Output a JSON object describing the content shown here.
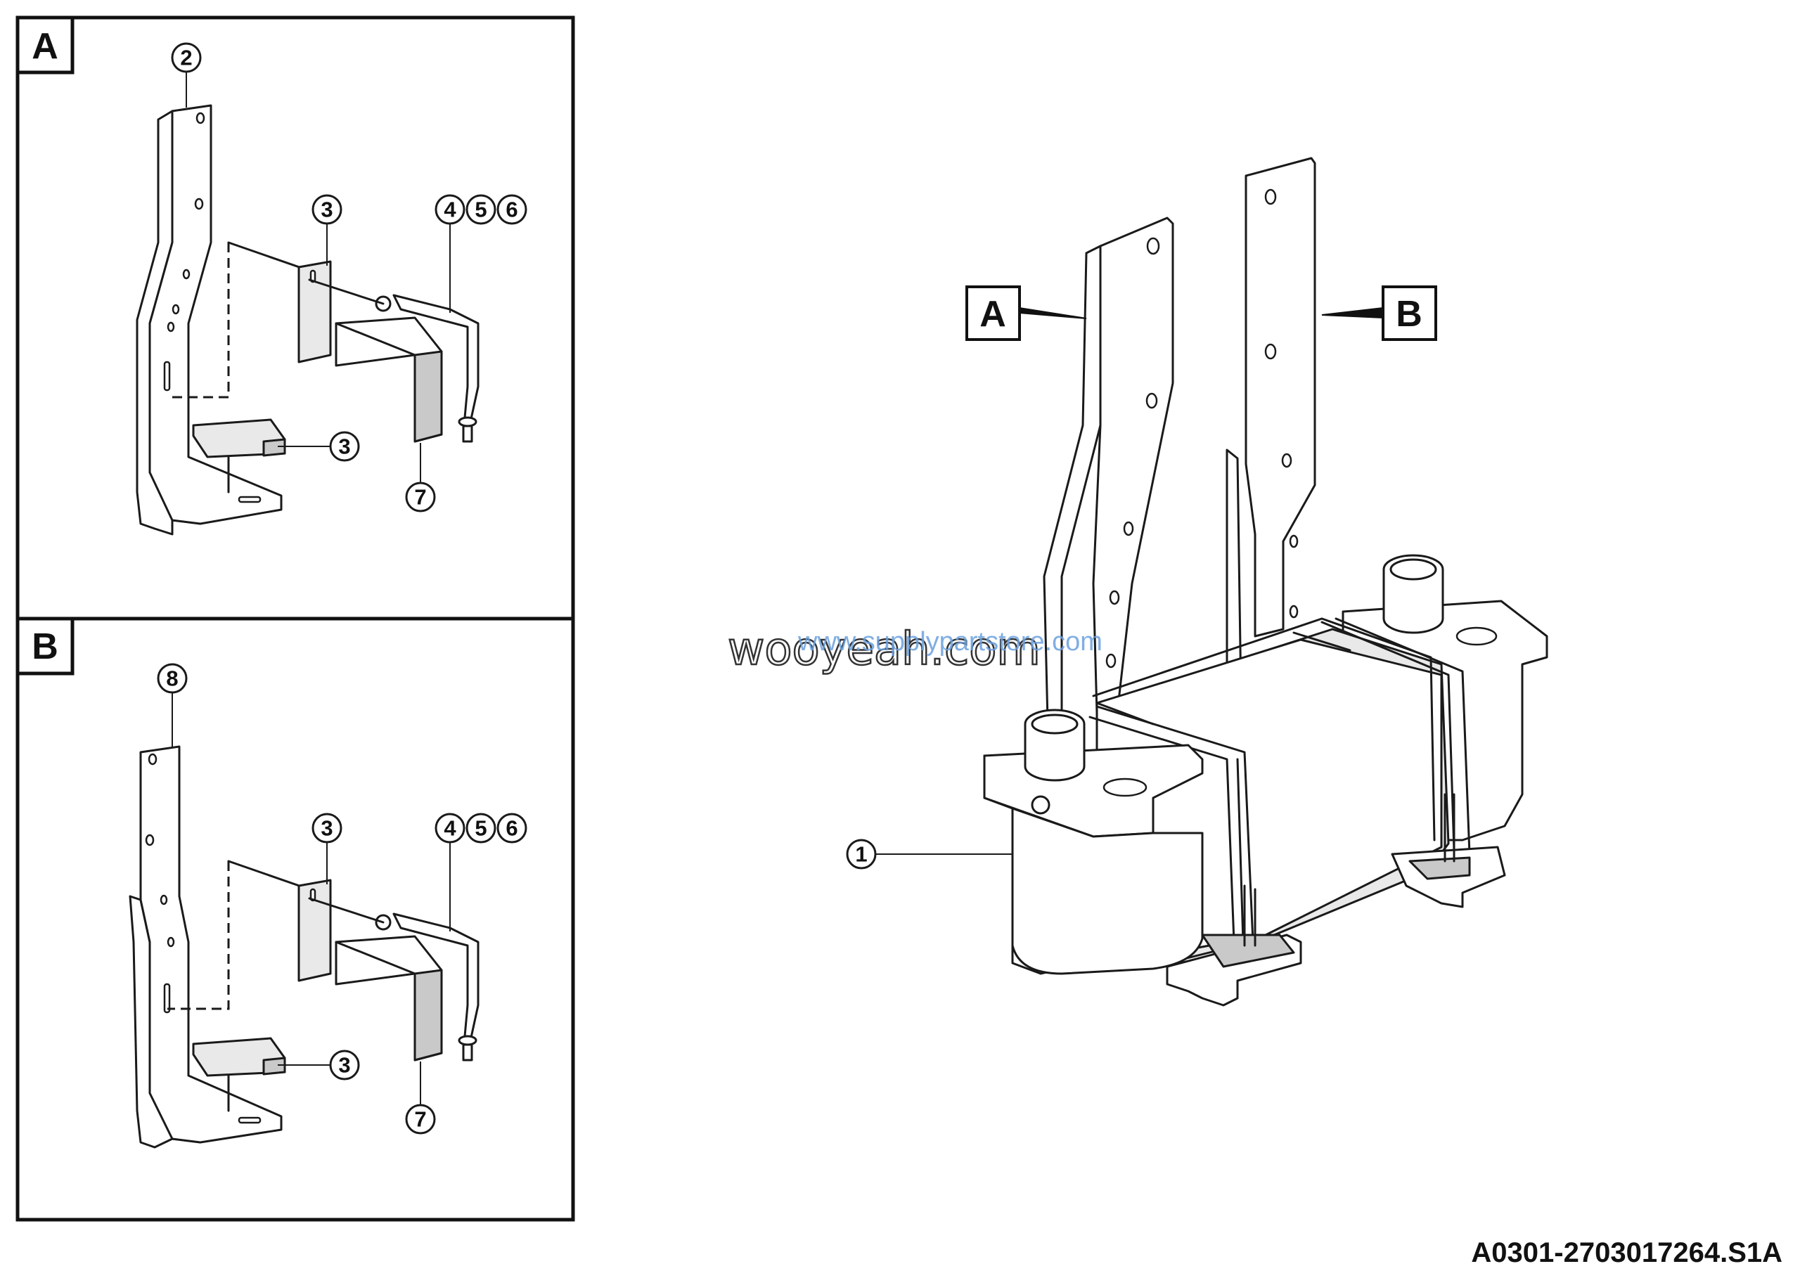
{
  "panels": [
    {
      "label": "A",
      "callouts": [
        "2",
        "3",
        "4",
        "5",
        "6",
        "3",
        "7"
      ]
    },
    {
      "label": "B",
      "callouts": [
        "8",
        "3",
        "4",
        "5",
        "6",
        "3",
        "7"
      ]
    }
  ],
  "main_view": {
    "callout_part": "1",
    "view_labels": [
      "A",
      "B"
    ]
  },
  "watermarks": {
    "primary": "wooyeah.com",
    "secondary": "www.supplypartstore.com"
  },
  "drawing_code": "A0301-2703017264.S1A"
}
